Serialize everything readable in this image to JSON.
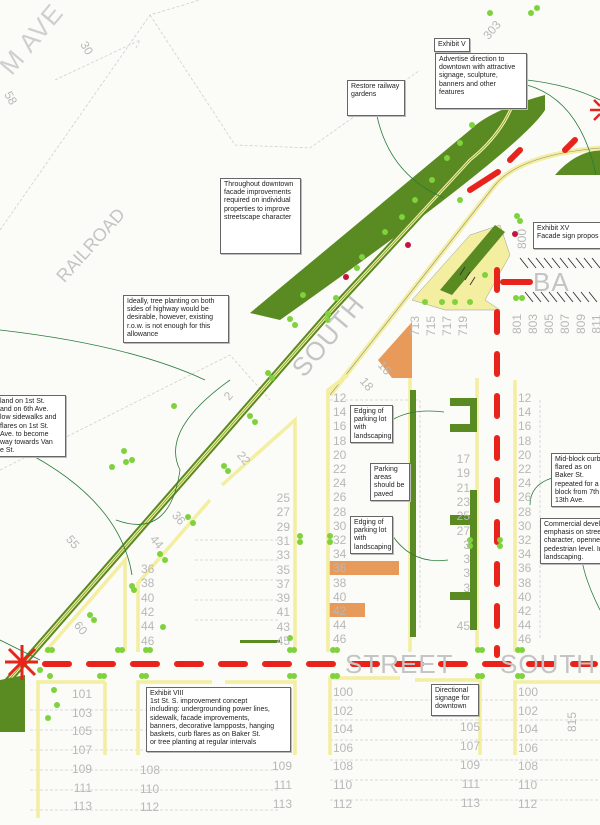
{
  "callouts": {
    "exhibit_v_label": "Exhibit V",
    "exhibit_v_text": "Advertise direction to\ndowntown with attractive\nsignage, sculpture,\nbanners and other\nfeatures",
    "railway_gardens": "Restore railway\ngardens",
    "facade": "Throughout downtown\nfacade improvements\nrequired on individual\nproperties to improve\nstreetscape character",
    "tree_planting": "Ideally, tree planting on both\nsides of highway would be\ndesirable, however, existing\nr.o.w. is not enough for this\nallowance",
    "left_note": "land on 1st St.\nand on 6th Ave.\nlow sidewalks and\nflares on 1st St.\nAve. to become\nway towards Van\ne St.",
    "exhibit_xv": "Exhibit XV\nFacade sign propos",
    "edging_1": "Edging of\nparking lot\nwith\nlandscaping",
    "parking_paved": "Parking\nareas\nshould be\npaved",
    "edging_2": "Edging of\nparking lot\nwith\nlandscaping",
    "mid_block": "Mid-block curb\nflared as on\nBaker St.\nrepeated for a\nblock from 7th\n13th Ave.",
    "commercial": "Commercial develo\nemphasis on stree\ncharacter, openne\npedestrian level. In\nlandscaping.",
    "exhibit_viii": "Exhibit VIII\n1st St. S. improvement concept\nincluding: undergrounding power lines,\nsidewalk, facade improvements,\nbanners, decorative lampposts, hanging\nbaskets, curb flares as on Baker St.\nor tree planting at regular intervals",
    "directional": "Directional\nsignage for\ndowntown"
  },
  "streets": {
    "avenue": "M AVE",
    "railroad": "RAILROAD",
    "south_diag": "SOUTH",
    "street": "STREET",
    "south": "SOUTH",
    "baker": "BA"
  },
  "lots": {
    "col_a": [
      "12",
      "14",
      "16",
      "18",
      "20",
      "22",
      "24",
      "26",
      "28",
      "30",
      "32",
      "34",
      "36",
      "38",
      "40",
      "42",
      "44",
      "46"
    ],
    "col_b": [
      "17",
      "19",
      "21",
      "23",
      "25",
      "27",
      "3",
      "3",
      "3",
      "3"
    ],
    "col_b_end": "45",
    "col_c": [
      "12",
      "14",
      "16",
      "18",
      "20",
      "22",
      "24",
      "26",
      "28",
      "30",
      "32",
      "34",
      "36",
      "38",
      "40",
      "42",
      "44",
      "46"
    ],
    "col_d": [
      "25",
      "27",
      "29",
      "31",
      "33",
      "35",
      "37",
      "39",
      "41",
      "43",
      "45"
    ],
    "col_e": [
      "36",
      "38",
      "40",
      "42",
      "44",
      "46"
    ],
    "row_101": [
      "101",
      "103",
      "105",
      "107",
      "109",
      "111",
      "113"
    ],
    "row_108": [
      "108",
      "110",
      "112"
    ],
    "row_109": [
      "109",
      "111",
      "113"
    ],
    "row_100a": [
      "100",
      "102",
      "104",
      "106",
      "108",
      "110",
      "112"
    ],
    "row_105": [
      "105",
      "107",
      "109",
      "111",
      "113"
    ],
    "row_100b": [
      "100",
      "102",
      "104",
      "106",
      "108",
      "110",
      "112"
    ],
    "top_71x": [
      "713",
      "715",
      "717",
      "719"
    ],
    "top_80x": [
      "801",
      "803",
      "805",
      "807",
      "809",
      "811"
    ],
    "misc": {
      "n303": "303",
      "n30": "30",
      "n58": "58",
      "n55": "55",
      "n36": "36",
      "n44": "44",
      "n22": "22",
      "n60": "60",
      "n16": "16",
      "n18": "18",
      "n2": "2",
      "n800": "800",
      "n815": "815"
    }
  },
  "colors": {
    "green": "#5a8a22",
    "light_green": "#7ed23c",
    "yellow": "#f3eea0",
    "red": "#e8231c",
    "orange": "#e89a5a",
    "crimson": "#c2143c"
  }
}
